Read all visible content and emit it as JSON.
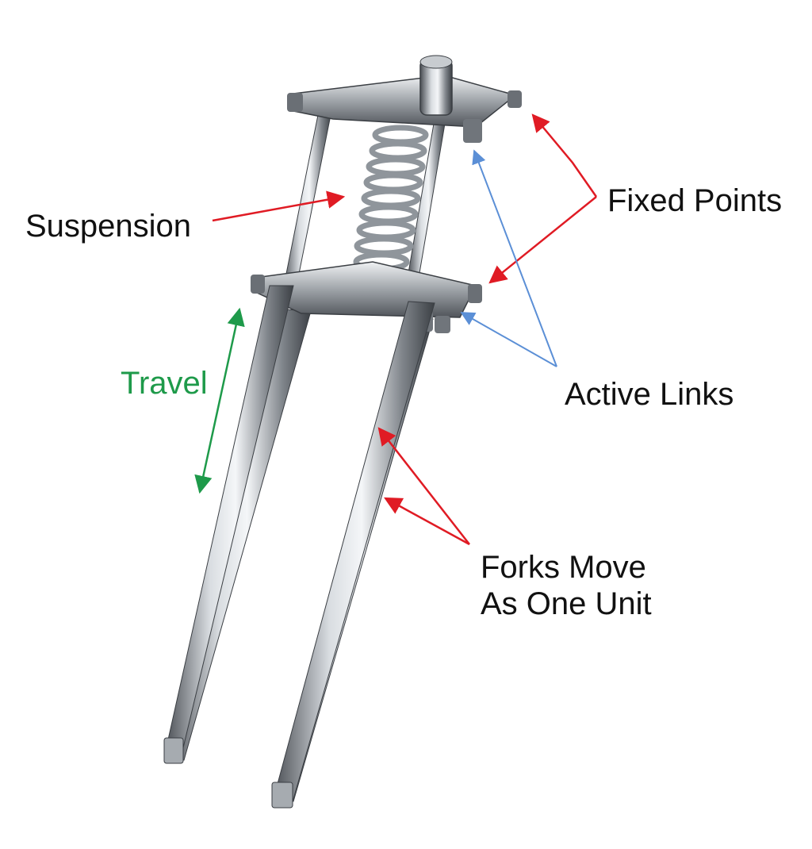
{
  "labels": {
    "suspension": "Suspension",
    "fixed_points": "Fixed Points",
    "travel": "Travel",
    "active_links": "Active Links",
    "forks_line1": "Forks Move",
    "forks_line2": "As One Unit"
  },
  "colors": {
    "red_arrow": "#e01b24",
    "blue_arrow": "#5b8fd6",
    "green_arrow": "#1e9a4a",
    "chrome_dark": "#5c6066",
    "chrome_light": "#e8ecef"
  }
}
